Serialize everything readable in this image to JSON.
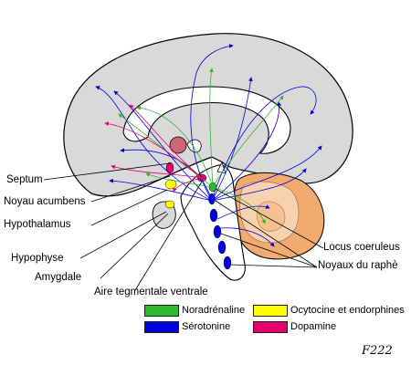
{
  "labels": {
    "septum": "Septum",
    "noyau_acumbens": "Noyau acumbens",
    "hypothalamus": "Hypothalamus",
    "hypophyse": "Hypophyse",
    "amygdale": "Amygdale",
    "aire_tegmentale": "Aire tegmentale ventrale",
    "locus_coeruleus": "Locus coeruleus",
    "noyaux_raphe": "Noyaux du raphè"
  },
  "legend": [
    {
      "label": "Noradrénaline",
      "color": "#2eb82e"
    },
    {
      "label": "Ocytocine et endorphines",
      "color": "#ffff00"
    },
    {
      "label": "Sérotonine",
      "color": "#0000dd"
    },
    {
      "label": "Dopamine",
      "color": "#e8006e"
    }
  ],
  "signature": "F222",
  "colors": {
    "brain": "#d9d9d9",
    "outline": "#000000",
    "cerebellum": "#f6c79a",
    "cerebellum_dark": "#e8a56a",
    "noradrenaline": "#2eb82e",
    "serotonin": "#0000dd",
    "dopamine": "#e8006e",
    "ocytocin": "#ffff00",
    "thalamus": "#cc6677"
  }
}
